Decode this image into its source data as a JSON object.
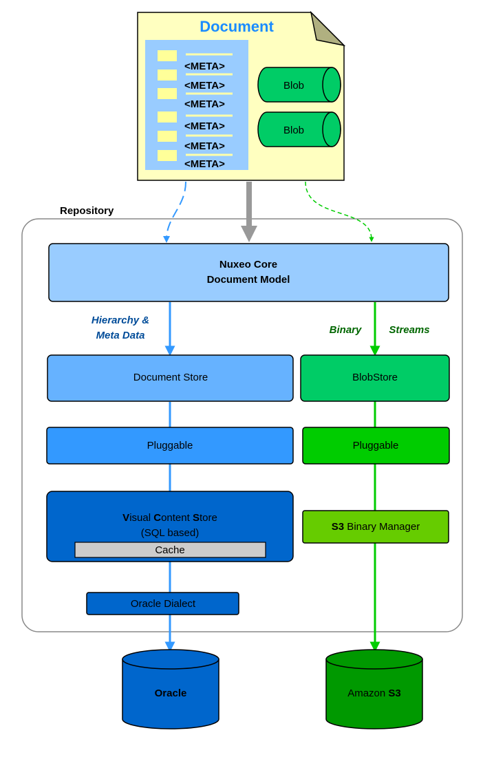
{
  "document": {
    "title": "Document",
    "meta_label": "<META>",
    "metas": [
      "<META>",
      "<META>",
      "<META>",
      "<META>",
      "<META>",
      "<META>"
    ],
    "blob_label": "Blob",
    "blobs": [
      "Blob",
      "Blob"
    ]
  },
  "repository": {
    "label": "Repository",
    "core": {
      "line1": "Nuxeo Core",
      "line2": "Document Model"
    },
    "left": {
      "flow_label_line1": "Hierarchy &",
      "flow_label_line2": "Meta Data",
      "document_store": "Document Store",
      "pluggable": "Pluggable",
      "vcs": {
        "v": "V",
        "isual": "isual ",
        "c": "C",
        "ontent": "ontent ",
        "s": "S",
        "tore": "tore",
        "line2": "(SQL based)"
      },
      "cache": "Cache",
      "dialect": "Oracle Dialect"
    },
    "right": {
      "flow_label_binary": "Binary",
      "flow_label_streams": "Streams",
      "blobstore": "BlobStore",
      "pluggable": "Pluggable",
      "s3_bold": "S3",
      "s3_rest": " Binary Manager"
    }
  },
  "storage": {
    "oracle": "Oracle",
    "amazon_prefix": "Amazon ",
    "amazon_bold": "S3"
  },
  "colors": {
    "doc_fill": "#ffffc0",
    "meta_panel": "#99ccff",
    "meta_square": "#ffff99",
    "blob_green": "#00cc66",
    "core_blue": "#99ccff",
    "store_blue": "#66b2ff",
    "pluggable_blue": "#3399ff",
    "vcs_blue": "#0066cc",
    "cache_gray": "#cccccc",
    "blobstore_green": "#00cc66",
    "pluggable_green": "#00cc00",
    "s3_green": "#66cc00",
    "oracle_blue": "#0066cc",
    "amazon_green": "#009900",
    "arrow_blue": "#3399ff",
    "arrow_green": "#00cc00",
    "arrow_gray": "#999999",
    "label_blue": "#004c99",
    "label_green": "#006600",
    "title_blue": "#1a8cff"
  }
}
